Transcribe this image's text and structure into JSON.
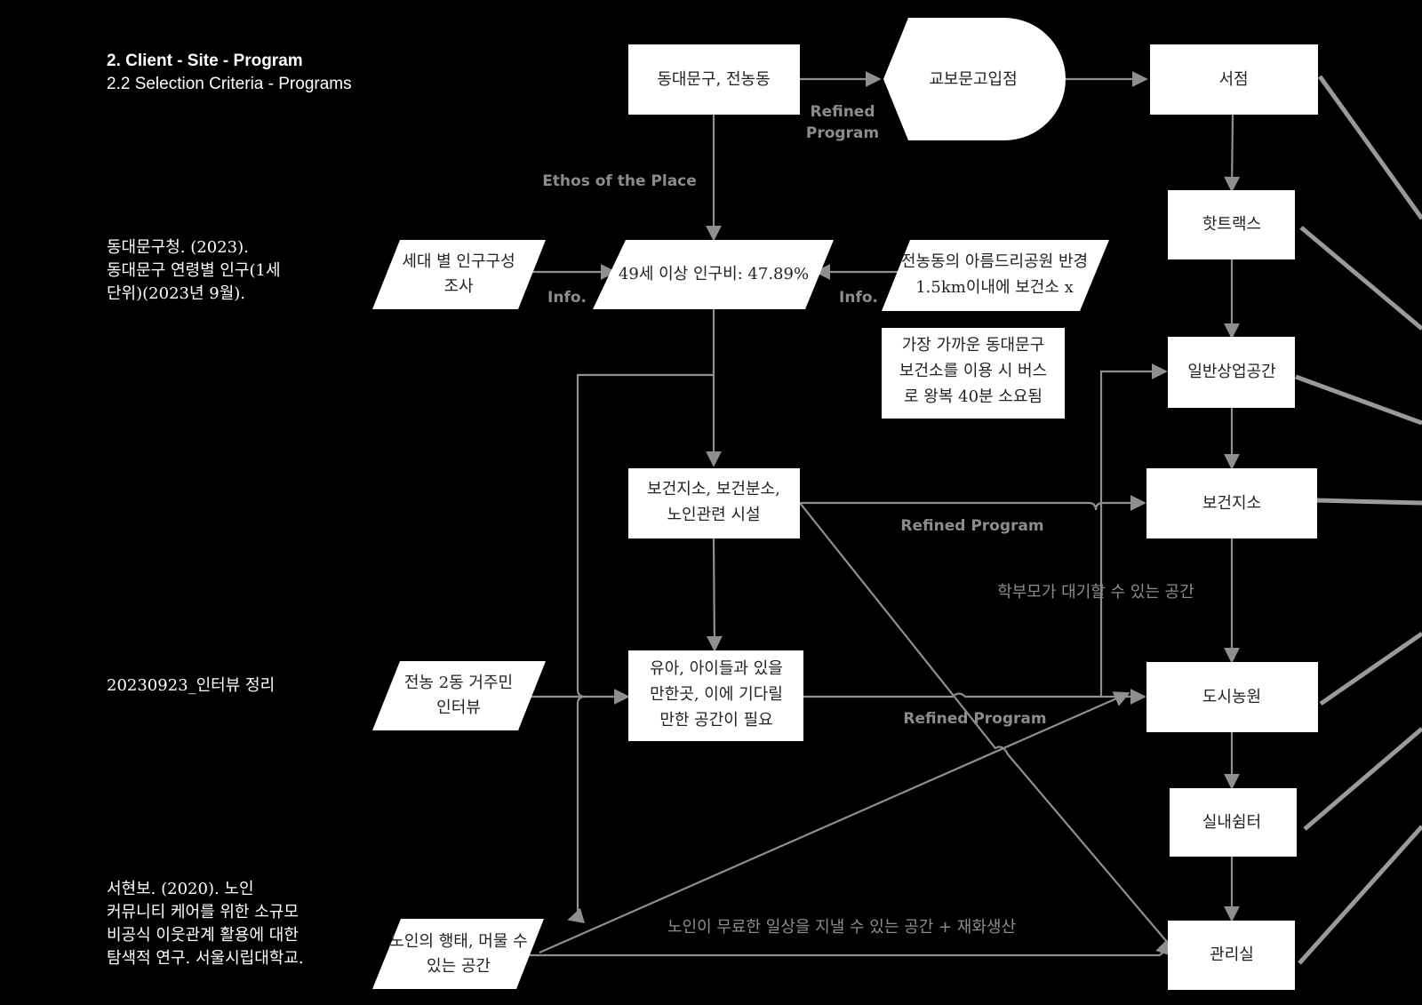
{
  "header": {
    "title": "2. Client - Site - Program",
    "subtitle": "2.2 Selection Criteria - Programs"
  },
  "references": {
    "ref1": [
      "동대문구청. (2023).",
      "동대문구 연령별 인구(1세",
      "단위)(2023년 9월)."
    ],
    "ref2": [
      "20230923_인터뷰 정리"
    ],
    "ref3": [
      "서현보. (2020). 노인",
      "커뮤니티 케어를 위한 소규모",
      "비공식 이웃관계 활용에 대한",
      "탐색적 연구. 서울시립대학교."
    ]
  },
  "nodes": {
    "dongdaemun": [
      "동대문구, 전농동"
    ],
    "kyobo": [
      "교보문고입점"
    ],
    "bookstore": [
      "서점"
    ],
    "hottracks": [
      "핫트랙스"
    ],
    "commercial": [
      "일반상업공간"
    ],
    "health_right": [
      "보건지소"
    ],
    "urban_farm": [
      "도시농원"
    ],
    "indoor_rest": [
      "실내쉼터"
    ],
    "management": [
      "관리실"
    ],
    "survey": [
      "세대 별 인구구성",
      "조사"
    ],
    "ratio": [
      "49세 이상 인구비: 47.89%"
    ],
    "park": [
      "전농동의 아름드리공원 반경",
      "1.5km이내에 보건소 x"
    ],
    "nearest": [
      "가장 가까운 동대문구",
      "보건소를 이용 시 버스",
      "로 왕복 40분 소요됨"
    ],
    "health_center": [
      "보건지소, 보건분소,",
      "노인관련 시설"
    ],
    "kids": [
      "유아, 아이들과 있을",
      "만한곳, 이에 기다릴",
      "만한 공간이 필요"
    ],
    "interview": [
      "전농 2동 거주민",
      "인터뷰"
    ],
    "elderly": [
      "노인의 행태, 머물 수",
      "있는 공간"
    ]
  },
  "edge_labels": {
    "refined_top": [
      "Refined",
      "Program"
    ],
    "ethos": "Ethos of the Place",
    "info_left": "Info.",
    "info_right": "Info.",
    "refined_mid": "Refined Program",
    "parents": "학부모가 대기할 수 있는 공간",
    "refined_low": "Refined Program",
    "elderly_space": "노인이 무료한 일상을 지낼 수 있는 공간 + 재화생산"
  }
}
